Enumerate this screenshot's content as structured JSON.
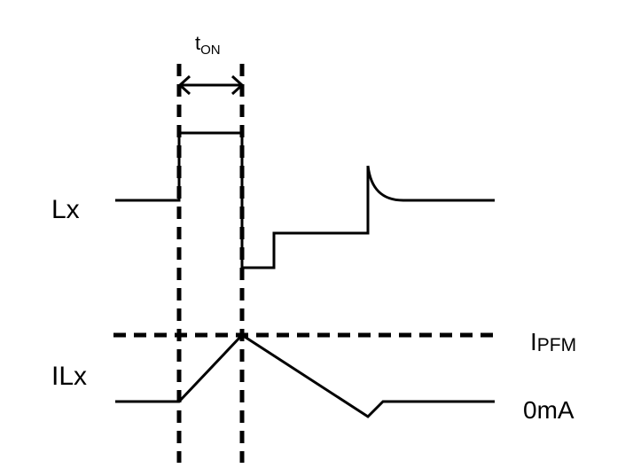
{
  "labels": {
    "lx": "Lx",
    "ilx": "ILx",
    "ton_main": "t",
    "ton_sub": "ON",
    "ipfm_main": "I",
    "ipfm_sub": "PFM",
    "zero": "0mA"
  },
  "colors": {
    "ink": "#000000",
    "background": "#ffffff"
  }
}
